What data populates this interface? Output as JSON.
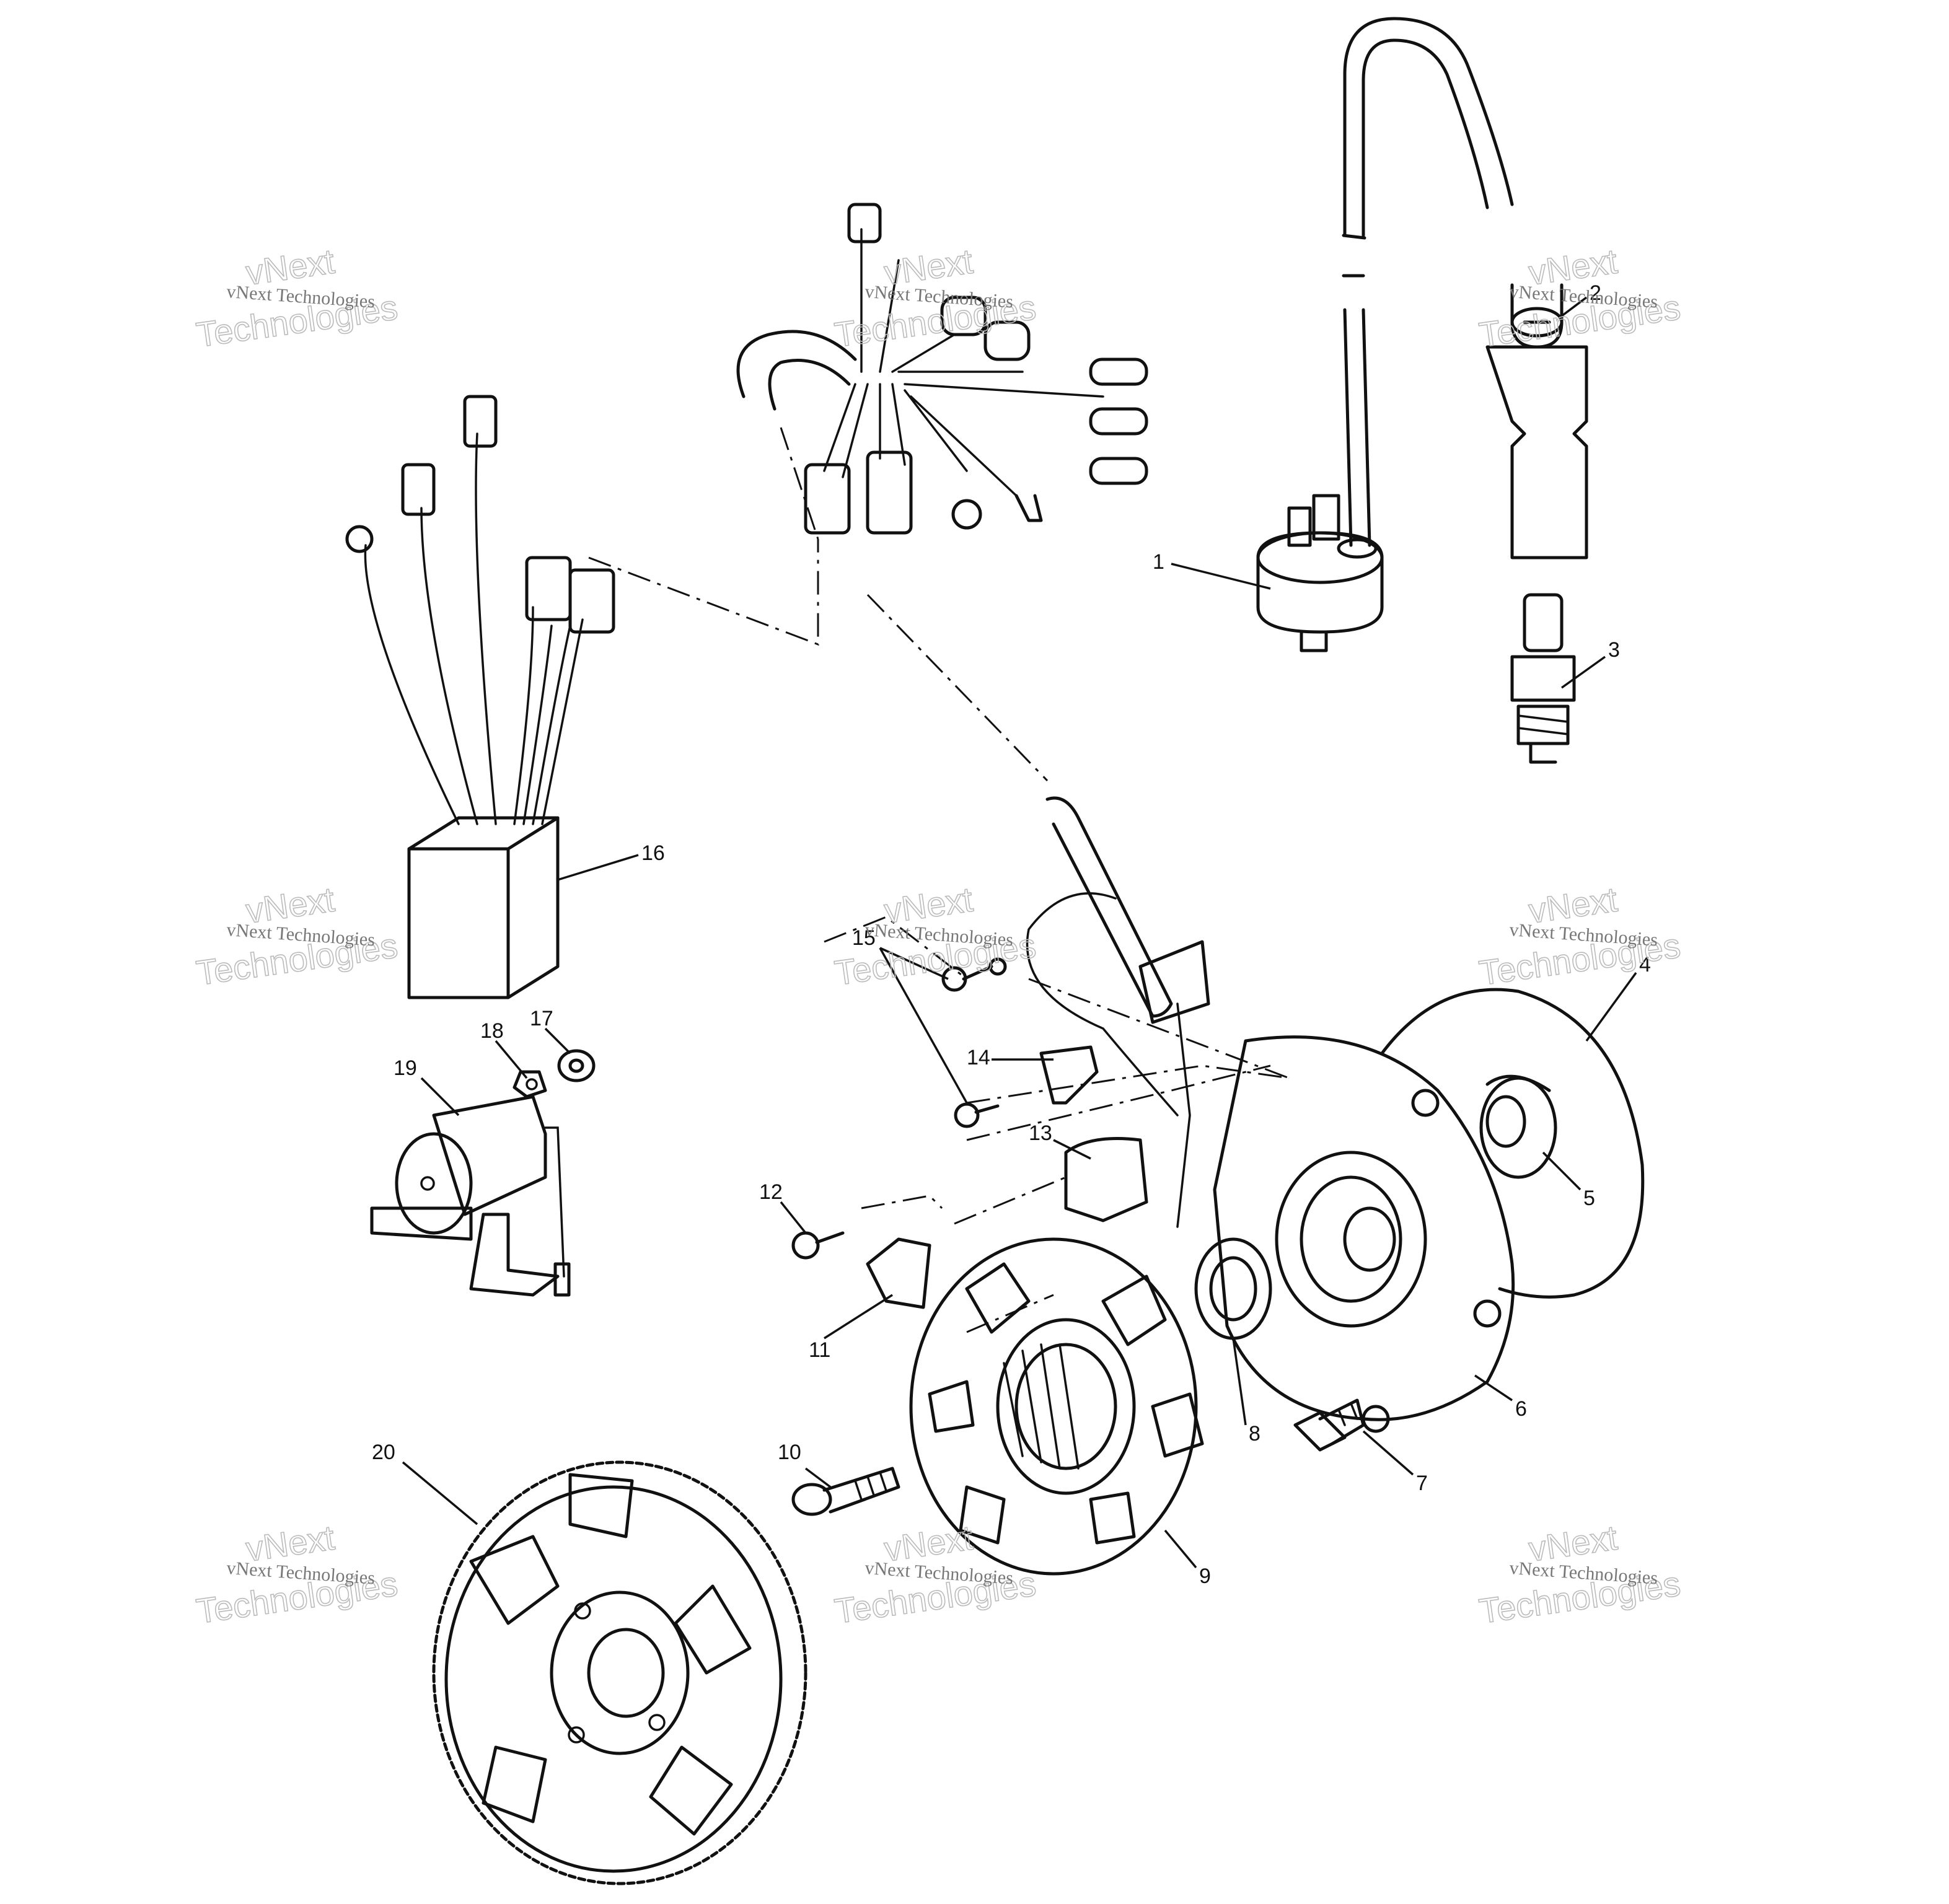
{
  "watermark": {
    "line": "vNext Technologies",
    "big_top": "vNext",
    "big_bottom": "Technologies"
  },
  "callouts": [
    "1",
    "2",
    "3",
    "4",
    "5",
    "6",
    "7",
    "8",
    "9",
    "10",
    "11",
    "12",
    "13",
    "14",
    "15",
    "16",
    "17",
    "18",
    "19",
    "20"
  ],
  "colors": {
    "ink": "#111111",
    "watermark": "#777777",
    "background": "#ffffff"
  }
}
